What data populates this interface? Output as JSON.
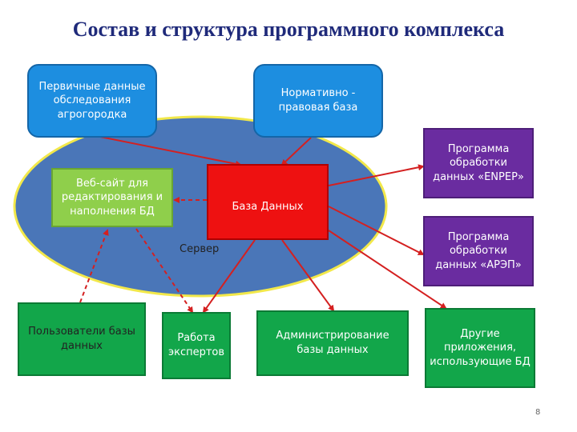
{
  "title": "Состав и структура программного комплекса",
  "nodes": {
    "primary_data": "Первичные данные обследования агрогородка",
    "legal_base": "Нормативно - правовая база",
    "website": "Веб-сайт для редактирования и наполнения БД",
    "database": "База Данных",
    "server": "Сервер",
    "enpep": "Программа обработки данных «ENPEP»",
    "arep": "Программа обработки данных «АРЭП»",
    "db_users": "Пользователи базы данных",
    "experts": "Работа экспертов",
    "admin": "Администрирование базы данных",
    "other_apps": "Другие приложения, использующие БД"
  },
  "colors": {
    "title": "#1f2a7a",
    "ellipse_fill": "#4a76b8",
    "ellipse_border": "#f2e84a",
    "blue_box": "#1d8ee0",
    "light_green_box": "#8fcf4b",
    "red_box": "#ee1111",
    "purple_box": "#6a2ca0",
    "green_box": "#12a64a",
    "arrow": "#d42020"
  },
  "page_number": "8"
}
